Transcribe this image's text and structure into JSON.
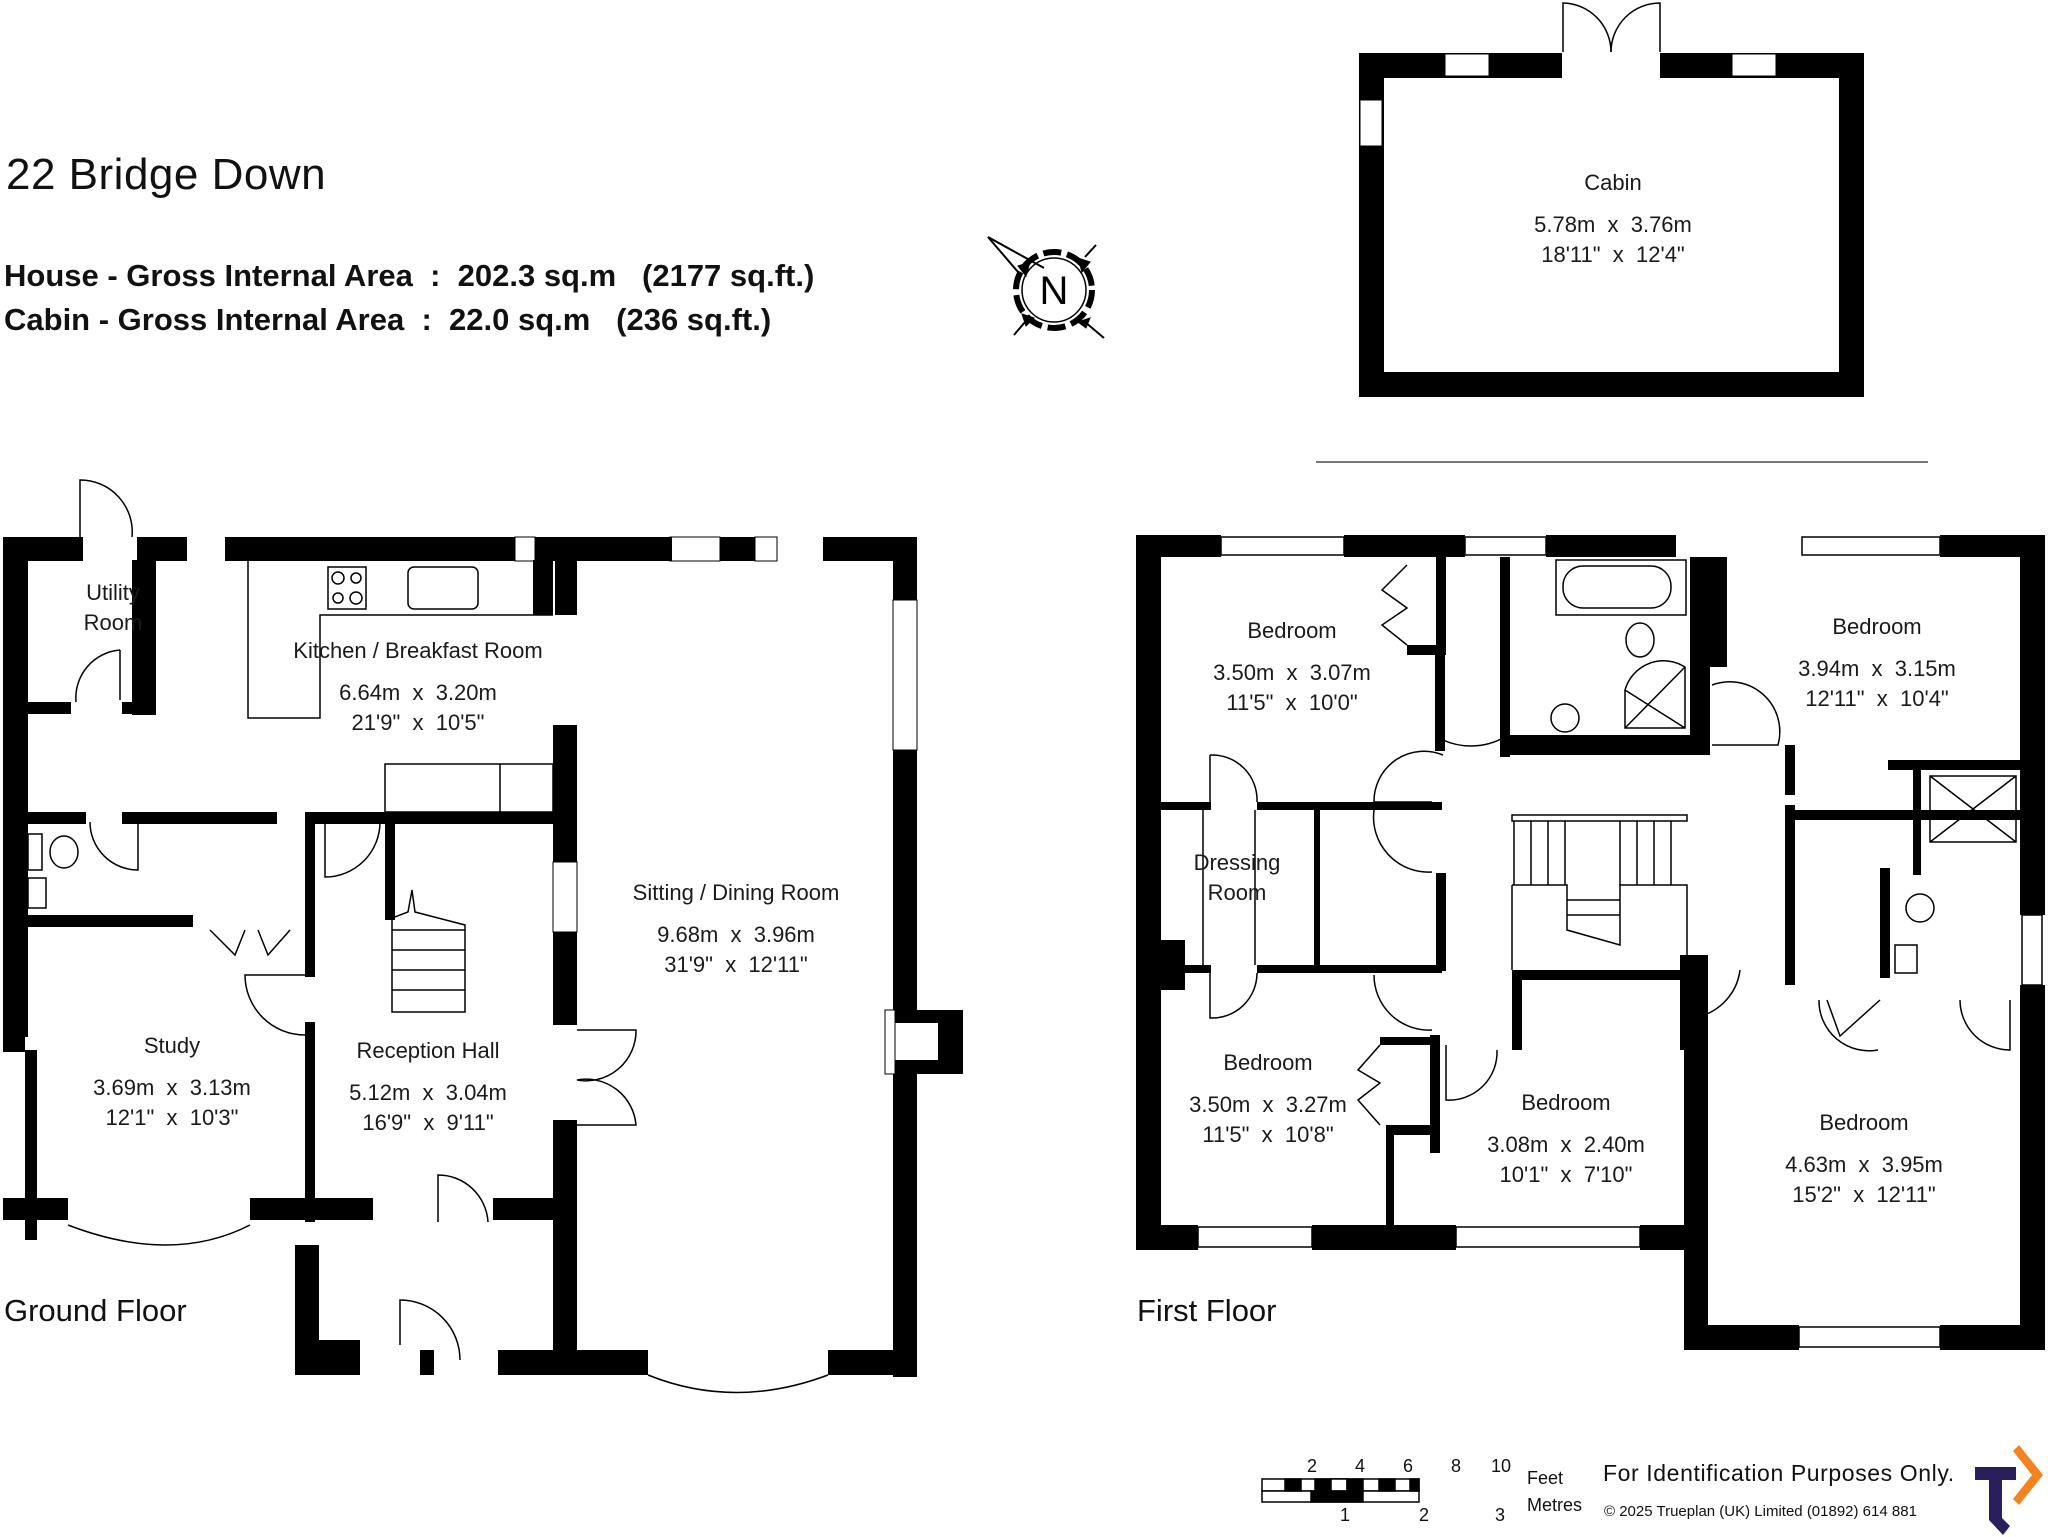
{
  "header": {
    "title": "22 Bridge Down",
    "house_area": "House - Gross Internal Area  :  202.3 sq.m   (2177 sq.ft.)",
    "cabin_area": "Cabin - Gross Internal Area  :  22.0 sq.m   (236 sq.ft.)"
  },
  "compass": {
    "label": "N",
    "icon": "north-compass-icon"
  },
  "cabin": {
    "name": "Cabin",
    "metric": "5.78m  x  3.76m",
    "imperial": "18'11\"  x  12'4\""
  },
  "ground_floor": {
    "label": "Ground Floor",
    "rooms": [
      {
        "name": "Utility\nRoom",
        "metric": "",
        "imperial": ""
      },
      {
        "name": "Kitchen / Breakfast Room",
        "metric": "6.64m  x  3.20m",
        "imperial": "21'9\"  x  10'5\""
      },
      {
        "name": "Sitting / Dining Room",
        "metric": "9.68m  x  3.96m",
        "imperial": "31'9\"  x  12'11\""
      },
      {
        "name": "Study",
        "metric": "3.69m  x  3.13m",
        "imperial": "12'1\"  x  10'3\""
      },
      {
        "name": "Reception Hall",
        "metric": "5.12m  x  3.04m",
        "imperial": "16'9\"  x  9'11\""
      }
    ]
  },
  "first_floor": {
    "label": "First Floor",
    "rooms": [
      {
        "name": "Bedroom",
        "metric": "3.50m  x  3.07m",
        "imperial": "11'5\"  x  10'0\""
      },
      {
        "name": "Bedroom",
        "metric": "3.94m  x  3.15m",
        "imperial": "12'11\"  x  10'4\""
      },
      {
        "name": "Dressing\nRoom",
        "metric": "",
        "imperial": ""
      },
      {
        "name": "Bedroom",
        "metric": "3.50m  x  3.27m",
        "imperial": "11'5\"  x  10'8\""
      },
      {
        "name": "Bedroom",
        "metric": "3.08m  x  2.40m",
        "imperial": "10'1\"  x  7'10\""
      },
      {
        "name": "Bedroom",
        "metric": "4.63m  x  3.95m",
        "imperial": "15'2\"  x  12'11\""
      }
    ]
  },
  "scale_bar": {
    "feet_label": "Feet",
    "metres_label": "Metres",
    "feet_ticks": [
      "2",
      "4",
      "6",
      "8",
      "10"
    ],
    "metre_ticks": [
      "1",
      "2",
      "3"
    ]
  },
  "footer": {
    "disclaimer": "For Identification Purposes Only.",
    "copyright": "© 2025 Trueplan (UK) Limited  (01892) 614 881",
    "logo_colors": {
      "primary": "#2a1f5c",
      "accent": "#f58220"
    }
  }
}
